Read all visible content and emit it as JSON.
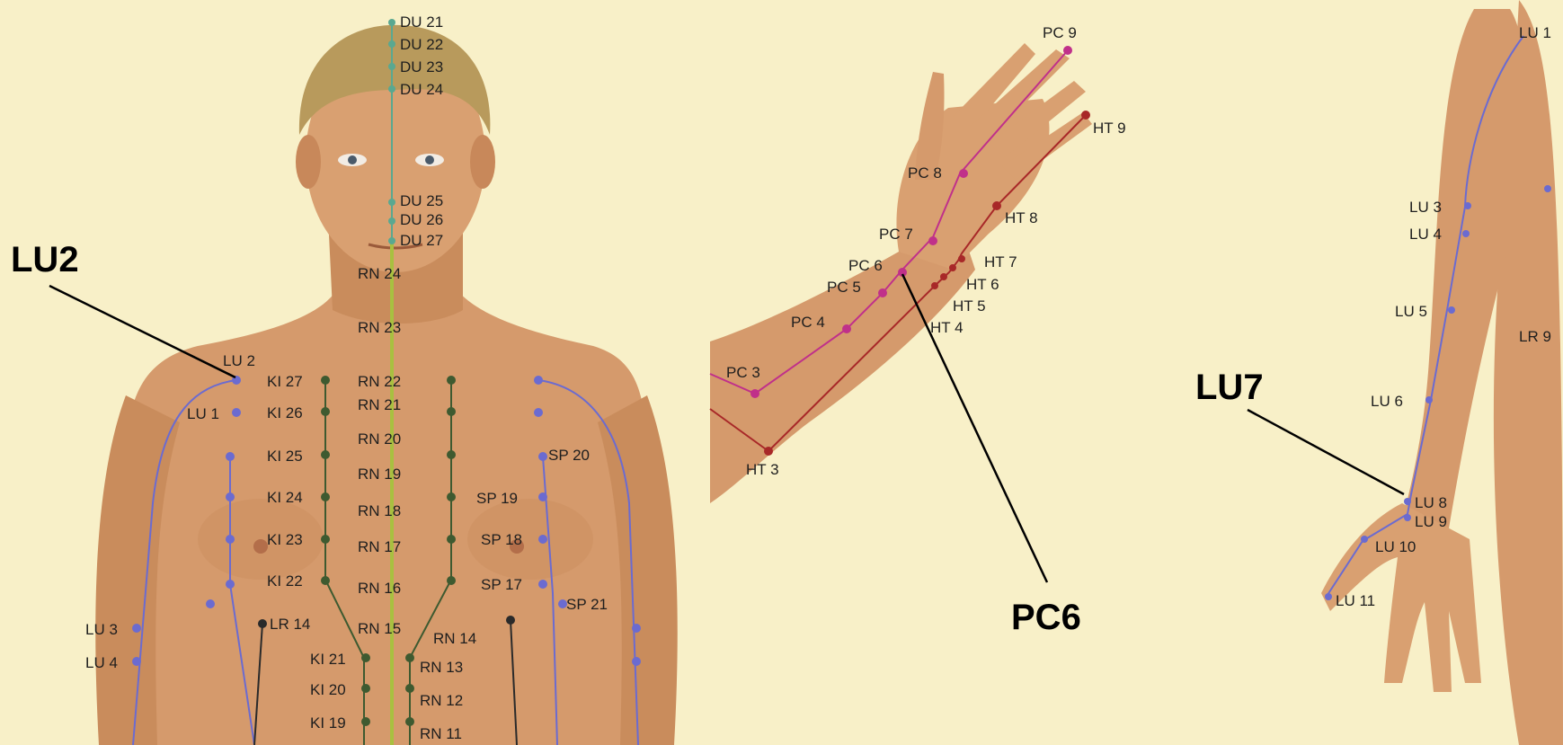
{
  "colors": {
    "background": "#f8f0c8",
    "skin": "#d59a6c",
    "skin_shadow": "#b8774a",
    "hair": "#b89a5c",
    "lung_meridian": "#6b6bd0",
    "kidney_meridian": "#3e5a30",
    "ren_meridian": "#a8c040",
    "du_meridian": "#5aa890",
    "pericardium_meridian": "#c0308a",
    "heart_meridian": "#a82828",
    "liver_meridian": "#2a2a2a",
    "spleen_meridian": "#6b6bd0"
  },
  "callouts": {
    "lu2": "LU2",
    "pc6": "PC6",
    "lu7": "LU7"
  },
  "torso_points": {
    "du": [
      "DU 21",
      "DU 22",
      "DU 23",
      "DU 24",
      "DU 25",
      "DU 26",
      "DU 27"
    ],
    "ren": [
      "RN 24",
      "RN 23",
      "RN 22",
      "RN 21",
      "RN 20",
      "RN 19",
      "RN 18",
      "RN 17",
      "RN 16",
      "RN 15",
      "RN 14",
      "RN 13",
      "RN 12",
      "RN 11"
    ],
    "kidney": [
      "KI 27",
      "KI 26",
      "KI 25",
      "KI 24",
      "KI 23",
      "KI 22",
      "KI 21",
      "KI 20",
      "KI 19"
    ],
    "lung": [
      "LU 2",
      "LU 1",
      "LU 3",
      "LU 4"
    ],
    "spleen": [
      "SP 20",
      "SP 19",
      "SP 18",
      "SP 17",
      "SP 21"
    ],
    "liver": [
      "LR 14"
    ]
  },
  "arm_points": {
    "pericardium": [
      "PC 9",
      "PC 8",
      "PC 7",
      "PC 6",
      "PC 5",
      "PC 4",
      "PC 3"
    ],
    "heart": [
      "HT 9",
      "HT 8",
      "HT 7",
      "HT 6",
      "HT 5",
      "HT 4",
      "HT 3"
    ]
  },
  "side_points": {
    "lung": [
      "LU 1",
      "LU 3",
      "LU 4",
      "LU 5",
      "LU 6",
      "LU 8",
      "LU 9",
      "LU 10",
      "LU 11"
    ],
    "liver": [
      "LR 9"
    ]
  }
}
